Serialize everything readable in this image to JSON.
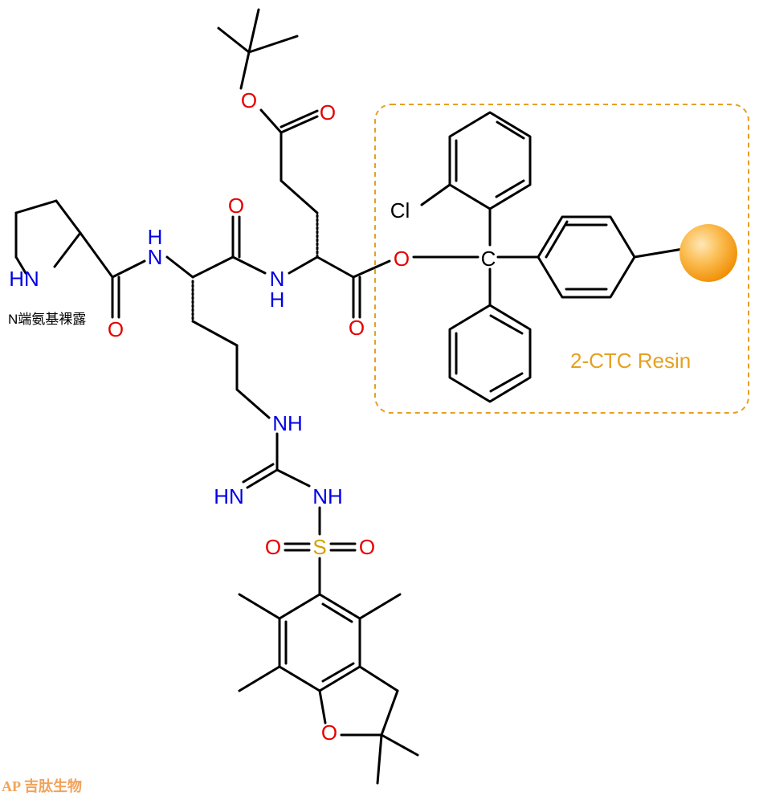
{
  "atoms": {
    "pro_n": "HN",
    "amide1_o": "O",
    "arg_alpha_n": "N",
    "arg_alpha_h": "H",
    "amide2_o": "O",
    "glu_alpha_n": "N",
    "glu_alpha_h": "H",
    "ester_o": "O",
    "ester_co": "O",
    "tbu_o": "O",
    "tbu_co": "O",
    "trityl_c": "C",
    "chlorine": "Cl",
    "arg_nh": "NH",
    "imine_hn": "HN",
    "guan_nh": "NH",
    "sulfur": "S",
    "so_left": "O",
    "so_right": "O",
    "furan_o": "O"
  },
  "labels": {
    "n_terminal_note": "N端氨基裸露",
    "resin_name": "2-CTC Resin",
    "watermark": "吉肽生物",
    "watermark_logo": "AP"
  },
  "colors": {
    "oxygen": "#e60000",
    "nitrogen": "#0000e6",
    "sulfur": "#d4a000",
    "resin": "#e6a020",
    "bead": "#f5a623",
    "watermark": "#f2a25a"
  }
}
